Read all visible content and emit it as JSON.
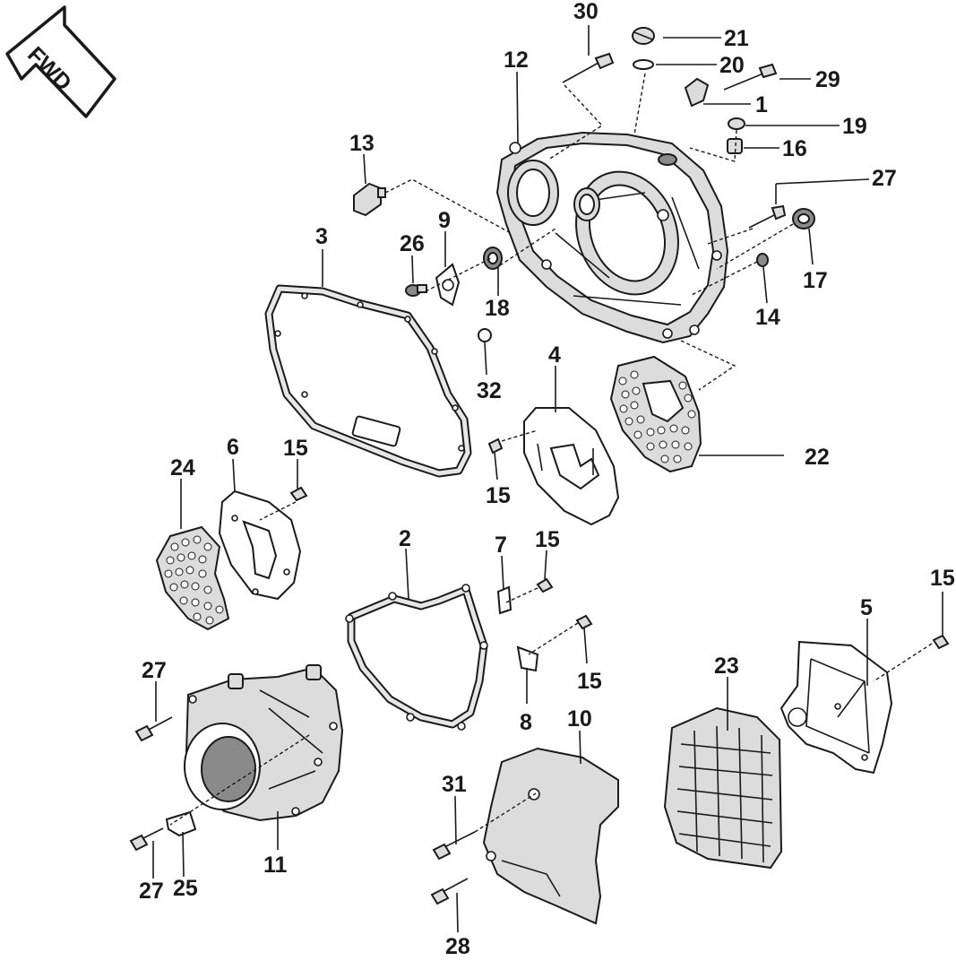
{
  "fwd_label": "FWD",
  "callouts": {
    "c1": "1",
    "c2": "2",
    "c3": "3",
    "c4": "4",
    "c5": "5",
    "c6": "6",
    "c7": "7",
    "c8": "8",
    "c9": "9",
    "c10": "10",
    "c11": "11",
    "c12": "12",
    "c13": "13",
    "c14": "14",
    "c15a": "15",
    "c15b": "15",
    "c15c": "15",
    "c15d": "15",
    "c15e": "15",
    "c16": "16",
    "c17": "17",
    "c18": "18",
    "c19": "19",
    "c20": "20",
    "c21": "21",
    "c22": "22",
    "c23": "23",
    "c24": "24",
    "c25": "25",
    "c26": "26",
    "c27a": "27",
    "c27b": "27",
    "c27c": "27",
    "c28": "28",
    "c29": "29",
    "c30": "30",
    "c31": "31",
    "c32": "32"
  }
}
